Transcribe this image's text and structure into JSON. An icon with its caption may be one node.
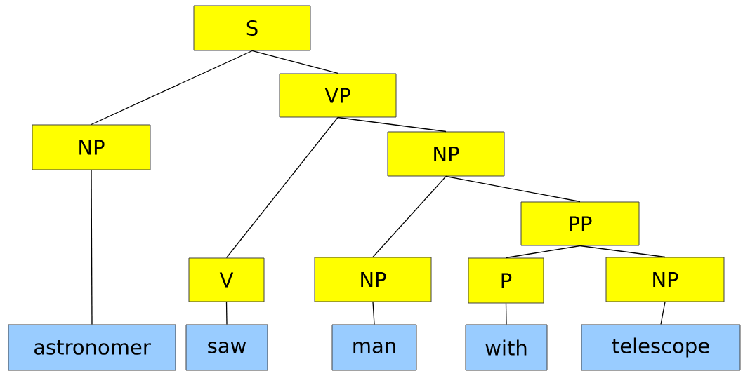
{
  "diagram": {
    "nodes": [
      {
        "text": [
          "S"
        ]
      },
      {
        "text": [
          "NP"
        ]
      },
      {
        "text": [
          "VP"
        ]
      },
      {
        "text": [
          "NP"
        ]
      },
      {
        "text": [
          "V"
        ]
      },
      {
        "text": [
          "NP"
        ]
      },
      {
        "text": [
          "PP"
        ]
      },
      {
        "text": [
          "P"
        ]
      },
      {
        "text": [
          "NP"
        ]
      },
      {
        "text": [
          "astronomer"
        ]
      },
      {
        "text": [
          "saw"
        ]
      },
      {
        "text": [
          "man"
        ]
      },
      {
        "text": [
          "with"
        ]
      },
      {
        "text": [
          "telescope"
        ]
      }
    ],
    "edges": [
      {
        "from": 0,
        "to": 1,
        "arrow": "none"
      },
      {
        "from": 0,
        "to": 2,
        "arrow": "none"
      },
      {
        "from": 1,
        "to": 9,
        "arrow": "none"
      },
      {
        "from": 2,
        "to": 4,
        "arrow": "none"
      },
      {
        "from": 2,
        "to": 3,
        "arrow": "none"
      },
      {
        "from": 4,
        "to": 10,
        "arrow": "none"
      },
      {
        "from": 3,
        "to": 5,
        "arrow": "none"
      },
      {
        "from": 3,
        "to": 6,
        "arrow": "none"
      },
      {
        "from": 5,
        "to": 11,
        "arrow": "none"
      },
      {
        "from": 6,
        "to": 7,
        "arrow": "none"
      },
      {
        "from": 6,
        "to": 8,
        "arrow": "none"
      },
      {
        "from": 7,
        "to": 12,
        "arrow": "none"
      },
      {
        "from": 8,
        "to": 13,
        "arrow": "none"
      }
    ]
  }
}
